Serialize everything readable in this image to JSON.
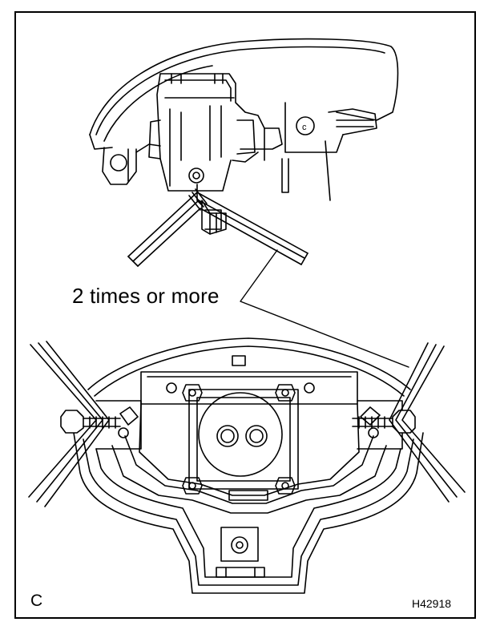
{
  "figure": {
    "callout_text": "2 times or more",
    "view_letter": "C",
    "figure_code": "H42918"
  },
  "colors": {
    "line": "#000000",
    "paper": "#ffffff"
  },
  "icons": [
    "bolt-icon",
    "wire-icon"
  ]
}
